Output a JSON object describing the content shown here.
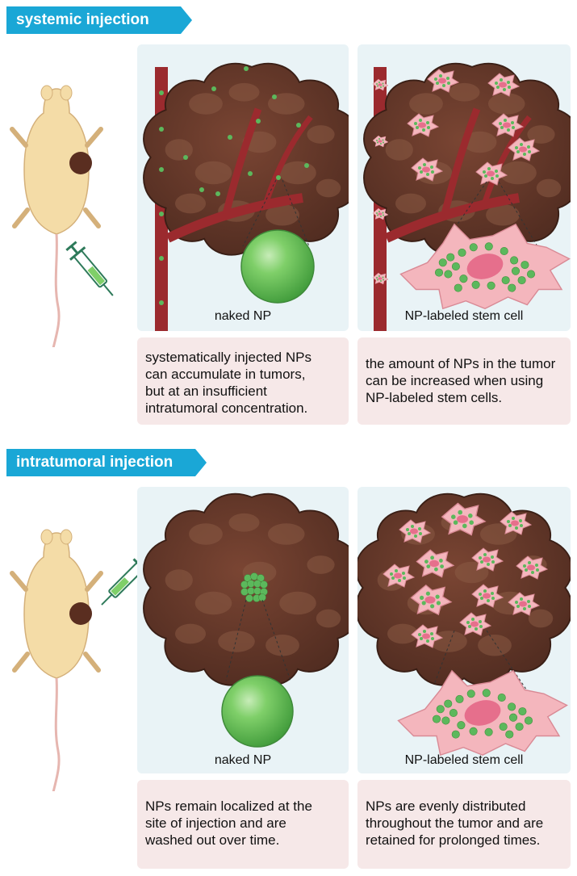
{
  "sections": [
    {
      "title": "systemic injection",
      "left_caption": "naked NP",
      "right_caption": "NP-labeled stem cell",
      "left_text": "systematically injected NPs\ncan accumulate in tumors,\nbut at an insufficient\nintratumoral concentration.",
      "right_text": "the amount of NPs in the tumor\ncan be increased when using\nNP-labeled stem cells."
    },
    {
      "title": "intratumoral injection",
      "left_caption": "naked NP",
      "right_caption": "NP-labeled stem cell",
      "left_text": "NPs remain localized at the\nsite of injection and are\nwashed out over time.",
      "right_text": "NPs are evenly distributed\nthroughout the tumor and are\nretained for prolonged times."
    }
  ],
  "colors": {
    "banner": "#1aa7d6",
    "panel": "#e9f3f6",
    "note": "#f6e8e8",
    "tumor": "#6b3b2a",
    "vessel": "#9b2a2e",
    "nanoparticle": "#5cb85c",
    "stem_cell": "#f4b6bd"
  }
}
